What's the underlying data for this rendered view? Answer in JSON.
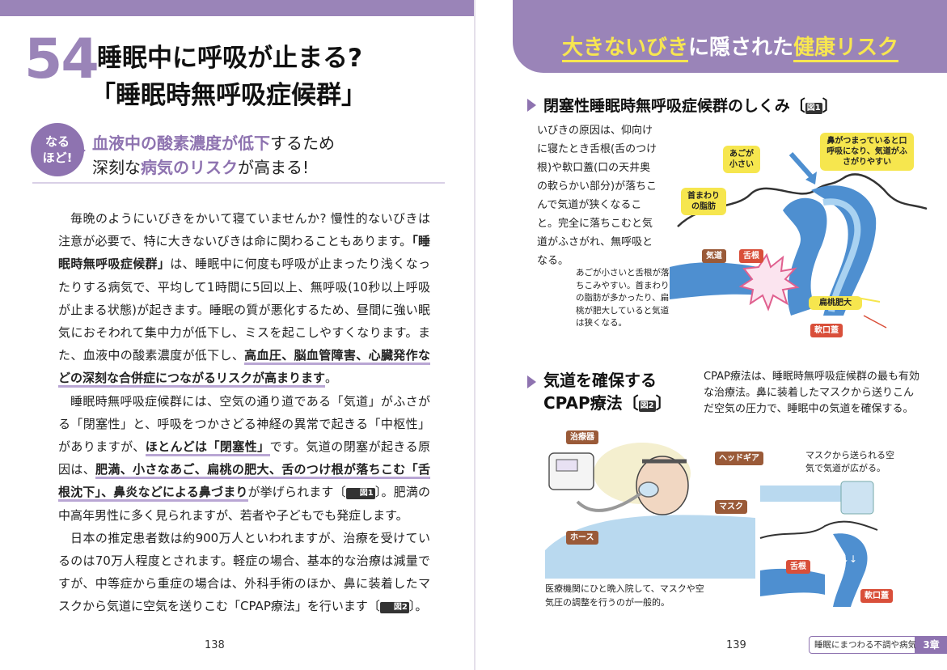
{
  "left_page": {
    "chapter_number": "54",
    "title_line1": "睡眠中に呼吸が止まる?",
    "title_line2": "「睡眠時無呼吸症候群」",
    "badge_line1": "なる",
    "badge_line2": "ほど!",
    "lead_line1_hl": "血液中の酸素濃度が低下",
    "lead_line1_rest": "するため",
    "lead_line2_a": "深刻な",
    "lead_line2_hl": "病気のリスク",
    "lead_line2_b": "が高まる!",
    "p1_a": "毎晩のようにいびきをかいて寝ていませんか? 慢性的ないびきは注意が必要で、特に大きないびきは命に関わることもあります。",
    "p1_b": "「睡眠時無呼吸症候群」",
    "p1_c": "は、睡眠中に何度も呼吸が止まったり浅くなったりする病気で、平均して1時間に5回以上、無呼吸(10秒以上呼吸が止まる状態)が起きます。睡眠の質が悪化するため、昼間に強い眠気におそわれて集中力が低下し、ミスを起こしやすくなります。また、血液中の酸素濃度が低下し、",
    "p1_d": "高血圧、脳血管障害、心臓発作などの深刻な合併症につながるリスクが高まります",
    "p1_e": "。",
    "p2_a": "睡眠時無呼吸症候群には、空気の通り道である「気道」がふさがる「閉塞性」と、呼吸をつかさどる神経の異常で起きる「中枢性」がありますが、",
    "p2_b": "ほとんどは「閉塞性」",
    "p2_c": "です。気道の閉塞が起きる原因は、",
    "p2_d": "肥満、小さなあご、扁桃の肥大、舌のつけ根が落ちこむ「舌根沈下」、鼻炎などによる鼻づまり",
    "p2_e": "が挙げられます〔",
    "p2_fig": "図1",
    "p2_f": "〕。肥満の中高年男性に多く見られますが、若者や子どもでも発症します。",
    "p3_a": "日本の推定患者数は約900万人といわれますが、治療を受けているのは70万人程度とされます。軽症の場合、基本的な治療は減量ですが、中等症から重症の場合は、外科手術のほか、鼻に装着したマスクから気道に空気を送りこむ「CPAP療法」を行います〔",
    "p3_fig": "図2",
    "p3_b": "〕。",
    "page_number": "138"
  },
  "right_page": {
    "header_hl1": "大きないびき",
    "header_mid": "に隠された",
    "header_hl2": "健康リスク",
    "fig1_title": "閉塞性睡眠時無呼吸症候群のしくみ〔",
    "fig1_ref": "図1",
    "fig1_close": "〕",
    "fig1_text": "いびきの原因は、仰向けに寝たとき舌根(舌のつけ根)や軟口蓋(口の天井奥の軟らかい部分)が落ちこんで気道が狭くなること。完全に落ちこむと気道がふさがれ、無呼吸となる。",
    "fig1_note": "あごが小さいと舌根が落ちこみやすい。首まわりの脂肪が多かったり、扁桃が肥大していると気道は狭くなる。",
    "label_small_jaw": "あごが小さい",
    "label_neck_fat": "首まわりの脂肪",
    "label_nose": "鼻がつまっていると口呼吸になり、気道がふさがりやすい",
    "label_airway": "気道",
    "label_tongue": "舌根",
    "label_tonsil": "扁桃肥大",
    "label_palate": "軟口蓋",
    "fig2_title_line1": "気道を確保する",
    "fig2_title_line2": "CPAP療法〔",
    "fig2_ref": "図2",
    "fig2_close": "〕",
    "cpap_desc": "CPAP療法は、睡眠時無呼吸症候群の最も有効な治療法。鼻に装着したマスクから送りこんだ空気の圧力で、睡眠中の気道を確保する。",
    "label_device": "治療器",
    "label_headgear": "ヘッドギア",
    "label_mask": "マスク",
    "label_hose": "ホース",
    "mask_note": "マスクから送られる空気で気道が広がる。",
    "label_tongue2": "舌根",
    "label_palate2": "軟口蓋",
    "fig2_caption": "医療機関にひと晩入院して、マスクや空気圧の調整を行うのが一般的。",
    "page_number": "139",
    "chapter_tab": "睡眠にまつわる不調や病気",
    "chapter_badge": "3章"
  }
}
